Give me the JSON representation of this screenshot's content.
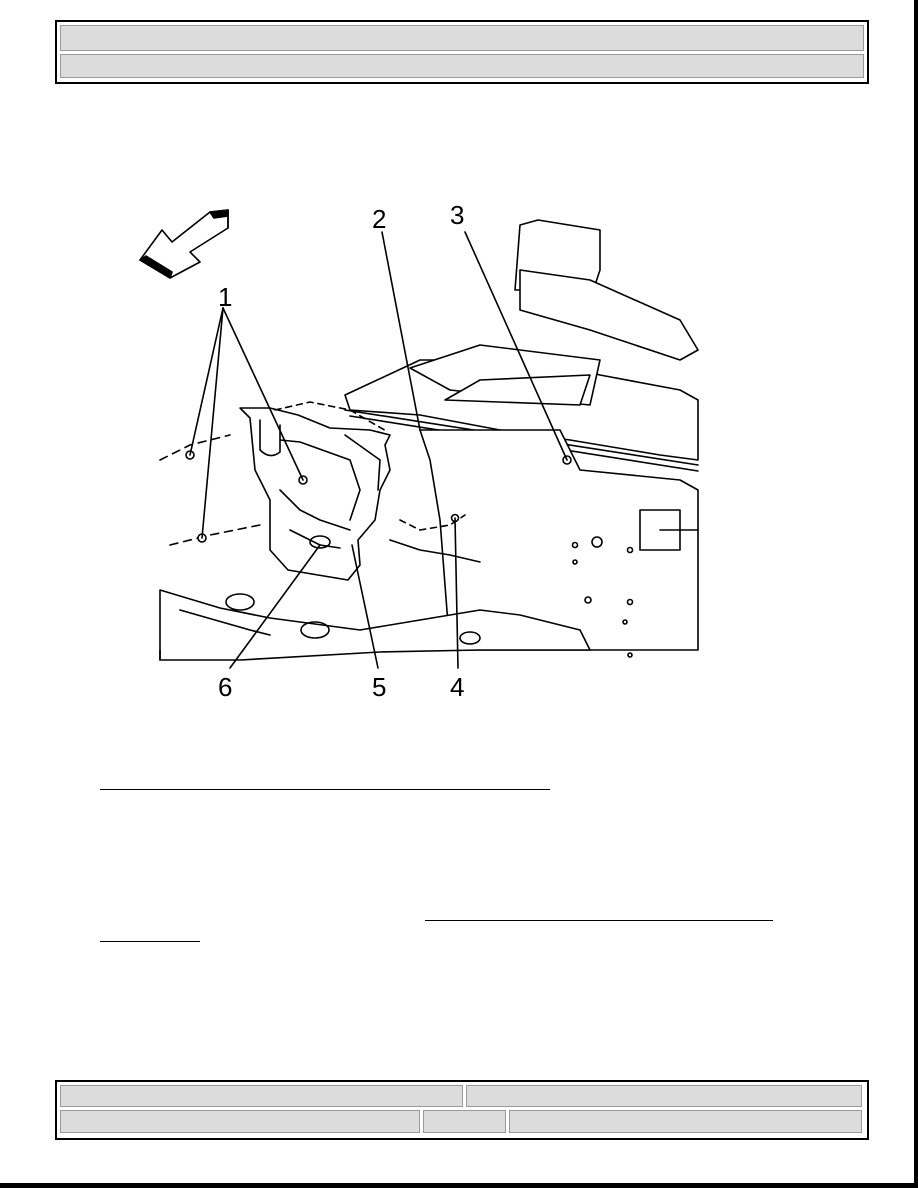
{
  "header": {
    "row1": "",
    "row2": ""
  },
  "figure": {
    "callouts": [
      "1",
      "2",
      "3",
      "4",
      "5",
      "6"
    ]
  },
  "footer": {
    "cell_a": "",
    "cell_b": "",
    "cell_c": "",
    "cell_d": "",
    "cell_e": ""
  }
}
